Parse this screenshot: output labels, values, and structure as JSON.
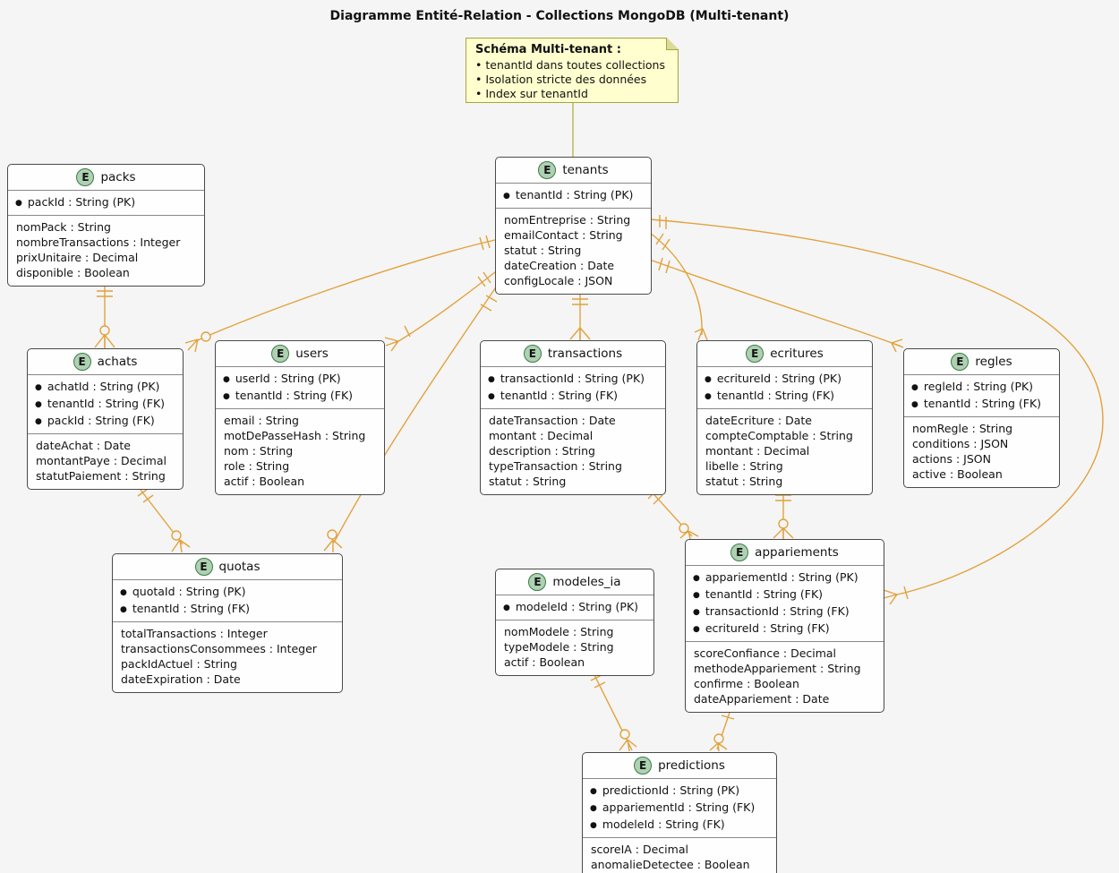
{
  "title": "Diagramme Entité-Relation - Collections MongoDB (Multi-tenant)",
  "spot_letter": "E",
  "note": {
    "title": "Schéma Multi-tenant :",
    "lines": [
      "• tenantId dans toutes collections",
      "• Isolation stricte des données",
      "• Index sur tenantId"
    ]
  },
  "colors": {
    "relation_line": "#E2A23C",
    "note_fill": "#FEFECE",
    "spot_fill": "#ADD1B2",
    "entity_fill": "#FEFEFE",
    "background": "#F5F5F5"
  },
  "entities": [
    {
      "name": "packs",
      "keys": [
        "packId : String (PK)"
      ],
      "fields": [
        "nomPack : String",
        "nombreTransactions : Integer",
        "prixUnitaire : Decimal",
        "disponible : Boolean"
      ]
    },
    {
      "name": "tenants",
      "keys": [
        "tenantId : String (PK)"
      ],
      "fields": [
        "nomEntreprise : String",
        "emailContact : String",
        "statut : String",
        "dateCreation : Date",
        "configLocale : JSON"
      ]
    },
    {
      "name": "achats",
      "keys": [
        "achatId : String (PK)",
        "tenantId : String (FK)",
        "packId : String (FK)"
      ],
      "fields": [
        "dateAchat : Date",
        "montantPaye : Decimal",
        "statutPaiement : String"
      ]
    },
    {
      "name": "users",
      "keys": [
        "userId : String (PK)",
        "tenantId : String (FK)"
      ],
      "fields": [
        "email : String",
        "motDePasseHash : String",
        "nom : String",
        "role : String",
        "actif : Boolean"
      ]
    },
    {
      "name": "transactions",
      "keys": [
        "transactionId : String (PK)",
        "tenantId : String (FK)"
      ],
      "fields": [
        "dateTransaction : Date",
        "montant : Decimal",
        "description : String",
        "typeTransaction : String",
        "statut : String"
      ]
    },
    {
      "name": "ecritures",
      "keys": [
        "ecritureId : String (PK)",
        "tenantId : String (FK)"
      ],
      "fields": [
        "dateEcriture : Date",
        "compteComptable : String",
        "montant : Decimal",
        "libelle : String",
        "statut : String"
      ]
    },
    {
      "name": "regles",
      "keys": [
        "regleId : String (PK)",
        "tenantId : String (FK)"
      ],
      "fields": [
        "nomRegle : String",
        "conditions : JSON",
        "actions : JSON",
        "active : Boolean"
      ]
    },
    {
      "name": "quotas",
      "keys": [
        "quotaId : String (PK)",
        "tenantId : String (FK)"
      ],
      "fields": [
        "totalTransactions : Integer",
        "transactionsConsommees : Integer",
        "packIdActuel : String",
        "dateExpiration : Date"
      ]
    },
    {
      "name": "modeles_ia",
      "keys": [
        "modeleId : String (PK)"
      ],
      "fields": [
        "nomModele : String",
        "typeModele : String",
        "actif : Boolean"
      ]
    },
    {
      "name": "appariements",
      "keys": [
        "appariementId : String (PK)",
        "tenantId : String (FK)",
        "transactionId : String (FK)",
        "ecritureId : String (FK)"
      ],
      "fields": [
        "scoreConfiance : Decimal",
        "methodeAppariement : String",
        "confirme : Boolean",
        "dateAppariement : Date"
      ]
    },
    {
      "name": "predictions",
      "keys": [
        "predictionId : String (PK)",
        "appariementId : String (FK)",
        "modeleId : String (FK)"
      ],
      "fields": [
        "scoreIA : Decimal",
        "anomalieDetectee : Boolean"
      ]
    }
  ],
  "relations": [
    {
      "from": "packs",
      "to": "achats",
      "from_card": "1",
      "to_card": "0..N"
    },
    {
      "from": "tenants",
      "to": "achats",
      "from_card": "1",
      "to_card": "0..N"
    },
    {
      "from": "tenants",
      "to": "users",
      "from_card": "1",
      "to_card": "N"
    },
    {
      "from": "tenants",
      "to": "quotas",
      "from_card": "1",
      "to_card": "0..N"
    },
    {
      "from": "tenants",
      "to": "transactions",
      "from_card": "1",
      "to_card": "N"
    },
    {
      "from": "tenants",
      "to": "ecritures",
      "from_card": "1",
      "to_card": "N"
    },
    {
      "from": "tenants",
      "to": "regles",
      "from_card": "1",
      "to_card": "N"
    },
    {
      "from": "tenants",
      "to": "appariements",
      "from_card": "1",
      "to_card": "N"
    },
    {
      "from": "achats",
      "to": "quotas",
      "from_card": "1",
      "to_card": "0..N"
    },
    {
      "from": "transactions",
      "to": "appariements",
      "from_card": "1",
      "to_card": "0..N"
    },
    {
      "from": "ecritures",
      "to": "appariements",
      "from_card": "1",
      "to_card": "0..N"
    },
    {
      "from": "modeles_ia",
      "to": "predictions",
      "from_card": "1",
      "to_card": "0..N"
    },
    {
      "from": "appariements",
      "to": "predictions",
      "from_card": "1",
      "to_card": "0..N"
    }
  ]
}
